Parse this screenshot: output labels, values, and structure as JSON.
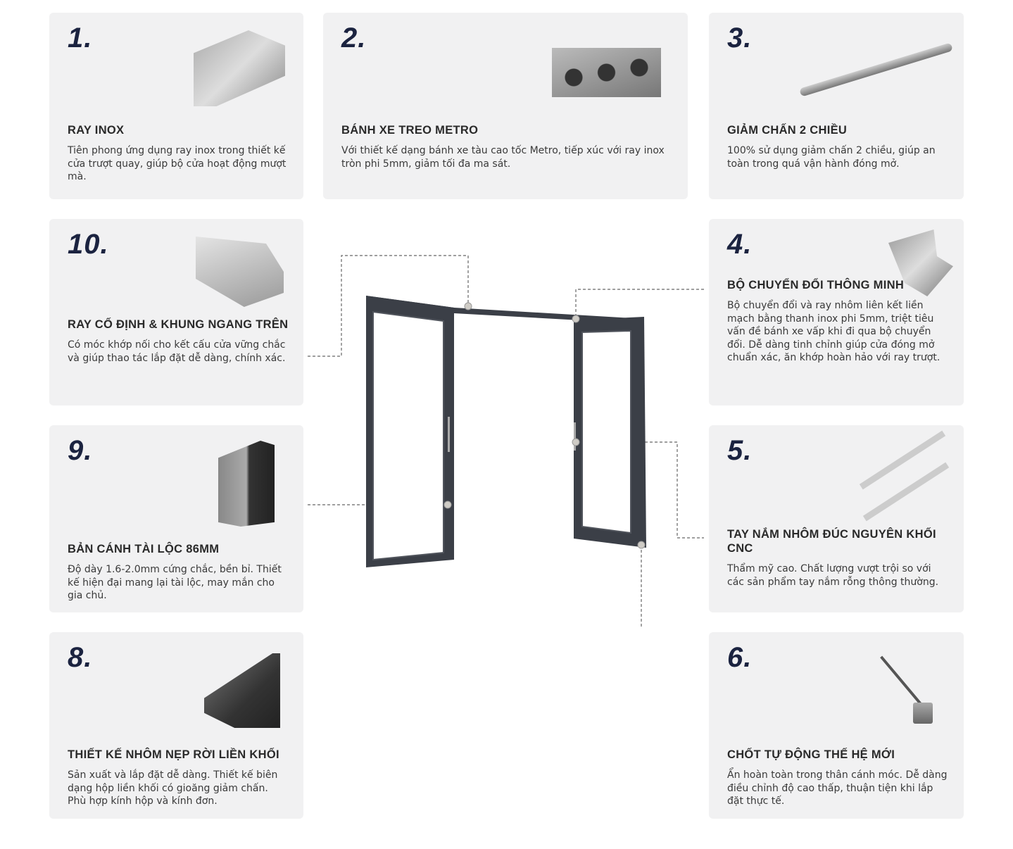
{
  "cards": [
    {
      "num": "1.",
      "title": "RAY INOX",
      "desc": "Tiên phong ứng dụng ray inox trong thiết kế cửa trượt quay, giúp bộ cửa hoạt động mượt mà."
    },
    {
      "num": "2.",
      "title": "BÁNH XE TREO METRO",
      "desc": "Với thiết kế dạng bánh xe  tàu cao tốc Metro, tiếp xúc với ray inox tròn phi 5mm, giảm tối đa ma sát."
    },
    {
      "num": "3.",
      "title": "GIẢM CHẤN 2 CHIỀU",
      "desc": "100% sử dụng giảm chấn 2 chiều, giúp an toàn trong quá vận hành đóng mở."
    },
    {
      "num": "10.",
      "title": "RAY CỐ ĐỊNH & KHUNG NGANG TRÊN",
      "desc": "Có móc khớp nối cho kết cấu cửa vững chắc và giúp thao tác lắp đặt dễ dàng, chính xác."
    },
    {
      "num": "4.",
      "title": "BỘ CHUYỂN ĐỔI THÔNG MINH",
      "desc": "Bộ chuyển đổi và ray nhôm liên kết liền mạch bằng thanh inox phi 5mm, triệt tiêu vấn đề bánh xe vấp khi đi qua bộ chuyển đổi. Dễ dàng tinh chỉnh giúp cửa đóng mở chuẩn xác, ăn khớp hoàn hảo với ray trượt."
    },
    {
      "num": "9.",
      "title": "BẢN CÁNH TÀI LỘC 86MM",
      "desc": "Độ dày 1.6-2.0mm cứng chắc, bền bỉ. Thiết kế hiện đại mang lại tài lộc, may mắn cho gia chủ."
    },
    {
      "num": "5.",
      "title": "TAY NẮM NHÔM ĐÚC NGUYÊN KHỐI CNC",
      "desc": "Thẩm mỹ cao. Chất lượng vượt trội so với các sản phẩm tay nắm rỗng thông thường."
    },
    {
      "num": "8.",
      "title": "THIẾT KẾ NHÔM NẸP RỜI LIỀN KHỐI",
      "desc": "Sản xuất và lắp đặt dễ dàng. Thiết kế biên dạng hộp liền khối có gioăng giảm chấn. Phù hợp kính hộp và kính đơn."
    },
    {
      "num": "6.",
      "title": "CHỐT TỰ ĐỘNG THẾ HỆ MỚI",
      "desc": "Ẩn hoàn toàn trong thân cánh móc. Dễ dàng điều chỉnh độ cao thấp, thuận tiện khi lắp đặt thực tế."
    }
  ]
}
